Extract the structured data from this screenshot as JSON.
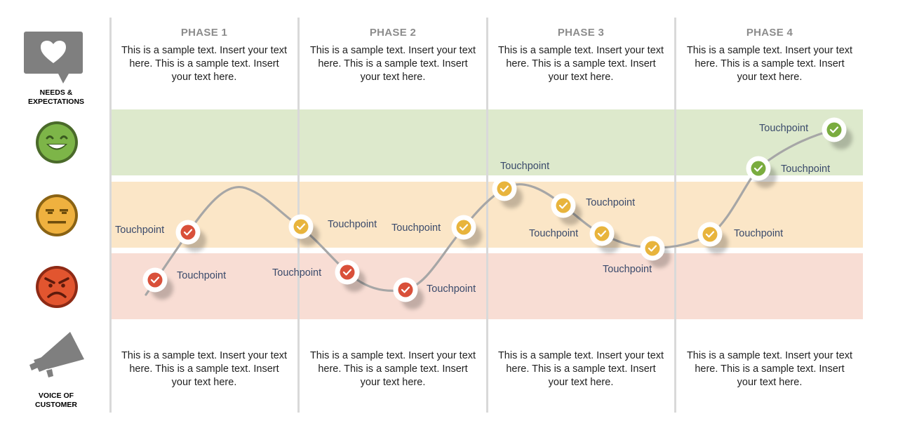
{
  "rows": {
    "needs_label": "NEEDS &\nEXPECTATIONS",
    "voice_label": "VOICE OF\nCUSTOMER"
  },
  "icons": {
    "needs": "speech-bubble-heart-icon",
    "happy": "happy-face-icon",
    "neutral": "neutral-face-icon",
    "angry": "angry-face-icon",
    "voice": "megaphone-icon",
    "touchpoint": "check-icon"
  },
  "phases": [
    {
      "title": "PHASE 1",
      "needs": "This is a sample text.  Insert your text here. This is a sample text. Insert your text here.",
      "voice": "This is a sample text.  Insert your text here. This is a sample text. Insert your text here."
    },
    {
      "title": "PHASE 2",
      "needs": "This is a sample text.  Insert your text here. This is a sample text. Insert your text here.",
      "voice": "This is a sample text.  Insert your text here. This is a sample text. Insert your text here."
    },
    {
      "title": "PHASE 3",
      "needs": "This is a sample text.  Insert your text here. This is a sample text. Insert your text here.",
      "voice": "This is a sample text.  Insert your text here. This is a sample text. Insert your text here."
    },
    {
      "title": "PHASE 4",
      "needs": "This is a sample text.  Insert your text here. This is a sample text. Insert your text here.",
      "voice": "This is a sample text.  Insert your text here. This is a sample text. Insert your text here."
    }
  ],
  "touchpoints": [
    {
      "label": "Touchpoint",
      "mood": "negative"
    },
    {
      "label": "Touchpoint",
      "mood": "negative"
    },
    {
      "label": "Touchpoint",
      "mood": "neutral"
    },
    {
      "label": "Touchpoint",
      "mood": "negative"
    },
    {
      "label": "Touchpoint",
      "mood": "negative"
    },
    {
      "label": "Touchpoint",
      "mood": "neutral"
    },
    {
      "label": "Touchpoint",
      "mood": "neutral"
    },
    {
      "label": "Touchpoint",
      "mood": "neutral"
    },
    {
      "label": "Touchpoint",
      "mood": "neutral"
    },
    {
      "label": "Touchpoint",
      "mood": "neutral"
    },
    {
      "label": "Touchpoint",
      "mood": "neutral"
    },
    {
      "label": "Touchpoint",
      "mood": "positive"
    },
    {
      "label": "Touchpoint",
      "mood": "positive"
    }
  ],
  "colors": {
    "positive": "#7aac3f",
    "neutral": "#e8b43c",
    "negative": "#d9503a",
    "band_positive": "#dde9cc",
    "band_neutral": "#fbe6c7",
    "band_negative": "#f8ddd4",
    "curve": "#a6a6a6",
    "label": "#3a4a6b"
  }
}
